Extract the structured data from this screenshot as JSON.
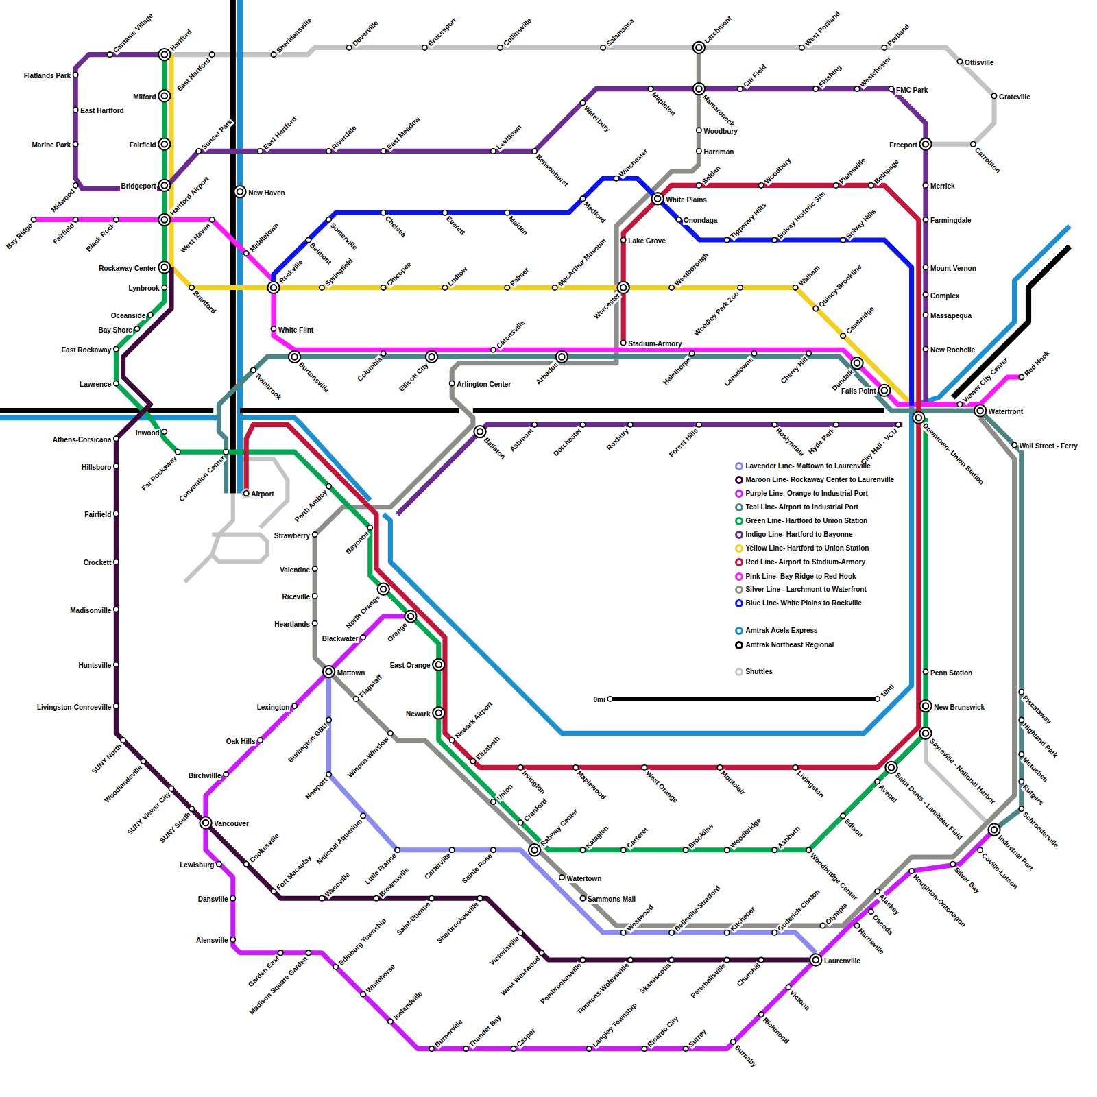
{
  "diagram": {
    "labels": [
      "Carnasie Village",
      "Hartford",
      "East Hartford",
      "Sheridansville",
      "Doverville",
      "Brucesport",
      "Collinsville",
      "Salamanca",
      "Larchmont",
      "West Portland",
      "Portland",
      "Ottisville",
      "Grateville",
      "Carrollton",
      "Freeport",
      "Flatlands Park",
      "East Hartford",
      "Marine Park",
      "Midwood",
      "Milford",
      "Fairfield",
      "Bridgeport",
      "Sunset Park",
      "East Hartford",
      "Riverdale",
      "East Meadow",
      "Levittown",
      "Bensonhurst",
      "Waterbury",
      "Mapleton",
      "Mamaroneck",
      "Citi Field",
      "Flushing",
      "Westchester",
      "FMC Park",
      "Woodbury",
      "Harriman",
      "Seldan",
      "Woodbury",
      "Plainsville",
      "Bethpage",
      "Winchester",
      "White Plains",
      "Medford",
      "Onondaga",
      "Lake Grove",
      "Merrick",
      "Farmingdale",
      "Mount Vernon",
      "Complex",
      "Massapequa",
      "New Rochelle",
      "Tipperary Hills",
      "Solvay Historic Site",
      "Solvay Hills",
      "Bay Ridge",
      "Fairfield",
      "Black Rock",
      "Hartford Airport",
      "West Haven",
      "New Haven",
      "Middletown",
      "Somerville",
      "Belmont",
      "Chelsea",
      "Everett",
      "Maiden",
      "Rockaway Center",
      "Lynbrook",
      "Branford",
      "Rockville",
      "Springfield",
      "Chicopee",
      "Ludlow",
      "Palmer",
      "MacArthur Museum",
      "Worcester",
      "Westborough",
      "Woodley Park Zoo",
      "Walham",
      "Quincy-Brookline",
      "Cambridge",
      "Oceanside",
      "White Flint",
      "Bay Shore",
      "East Rockaway",
      "Stadium-Armory",
      "Catonsville",
      "Burtonsville",
      "Columbia",
      "Ellicott City",
      "Arbadus",
      "Halethorpe",
      "Lansdowne",
      "Cherry Hill",
      "Dundalk",
      "Twinbrook",
      "Arlington Center",
      "Lawrence",
      "Falls Point",
      "Viewer City Center",
      "Red Hook",
      "Waterfront",
      "Downtown- Union Station",
      "City Hall - VCU",
      "Hyde Park",
      "Roslyndale",
      "Forest Hills",
      "Roxbury",
      "Dorchester",
      "Ashmont",
      "Ballston",
      "Athens-Corsicana",
      "Inwood",
      "Wall Street - Ferry",
      "Far Rockaway",
      "Convention Center",
      "Airport",
      "Perth Amboy",
      "Hillsboro",
      "Fairfield",
      "Bayonne",
      "Strawberry",
      "Valentine",
      "Crockett",
      "North Orange",
      "Riceville",
      "Madisonville",
      "Orange",
      "Heartlands",
      "Blackwater",
      "Huntsville",
      "East Orange",
      "Mattown",
      "Penn Station",
      "Flagstaff",
      "Lexington",
      "Livingston-Conroeville",
      "Newark",
      "New Brunswick",
      "Burlington-GBU",
      "Winona-Winslow",
      "Sayreville - National Harbor",
      "Newark Airport",
      "Oak Hills",
      "SUNY North",
      "Elizabeth",
      "Woodlandsville",
      "Irvington",
      "Maplewood",
      "West Orange",
      "Montclair",
      "Livingston",
      "Saint Denis - Lambeau Field",
      "Birchvillle",
      "Newport",
      "Avenel",
      "SUNY Viewer City",
      "Union",
      "SUNY South",
      "Edison",
      "National Aquarium",
      "Vancouver",
      "Cranford",
      "Rahway Center",
      "Kalaglen",
      "Carteret",
      "Brookline",
      "Woodbridge",
      "Ashburn",
      "Woodbridge Center",
      "Little France",
      "Carterville",
      "Sainte Rose",
      "Lewisburg",
      "Cookesville",
      "Watertown",
      "Fort Macaulay",
      "Wacoville",
      "Brownsville",
      "Saint-Etienne",
      "Sherbrookesville",
      "Sammons Mall",
      "Dansville",
      "Westwood",
      "Belleville-Stratford",
      "Kitchener",
      "Goderich-Clinton",
      "Olympia",
      "Victoriaville",
      "Alensville",
      "Garden East",
      "Madison Square Garden",
      "West Westwood",
      "Pembrookesville",
      "Timmons-Woleysville",
      "Skamiscotia",
      "Peterbellsville",
      "Churchill",
      "Laurenville",
      "Edinburg Township",
      "Victoria",
      "Whitehorse",
      "Richmond",
      "Icelandville",
      "Burnaby",
      "Burnerville",
      "Thunder Bay",
      "Casper",
      "Langley Township",
      "Ricardo City",
      "Surrey",
      "Alaskey",
      "Houghton-Ontonagon",
      "Oscoda",
      "Harrisville",
      "Silver Bay",
      "Coville-Lutson",
      "Industrial Port",
      "Schroederville",
      "Rutgers",
      "Metuchen",
      "Highland Park",
      "Piscataway",
      "0mi",
      "10mi"
    ],
    "legend": [
      {
        "text": "Lavender Line- Mattown to Laurenville",
        "color": "#8a8af5"
      },
      {
        "text": "Maroon Line- Rockaway Center to Laurenville",
        "color": "#3b0a3b"
      },
      {
        "text": "Purple Line- Orange to Industrial Port",
        "color": "#cc1aff"
      },
      {
        "text": "Teal Line- Airport to Industrial Port",
        "color": "#4a8484"
      },
      {
        "text": "Green Line- Hartford to Union Station",
        "color": "#00a84f"
      },
      {
        "text": "Indigo Line- Hartford to Bayonne",
        "color": "#6a2c90"
      },
      {
        "text": "Yellow Line- Hartford to Union Station",
        "color": "#f2d21e"
      },
      {
        "text": "Red Line- Airport to Stadium-Armory",
        "color": "#c41439"
      },
      {
        "text": "Pink Line- Bay Ridge to Red Hook",
        "color": "#ff19ff"
      },
      {
        "text": "Silver Line - Larchmont to Waterfront",
        "color": "#8c8c88"
      },
      {
        "text": "Blue Line- White Plains to Rockville",
        "color": "#0a14ee"
      },
      {
        "text": "Amtrak Acela Express",
        "color": "#1a8fd4"
      },
      {
        "text": "Amtrak Northeast Regional",
        "color": "#000000"
      },
      {
        "text": "Shuttles",
        "color": "#c4c4c4"
      }
    ]
  }
}
